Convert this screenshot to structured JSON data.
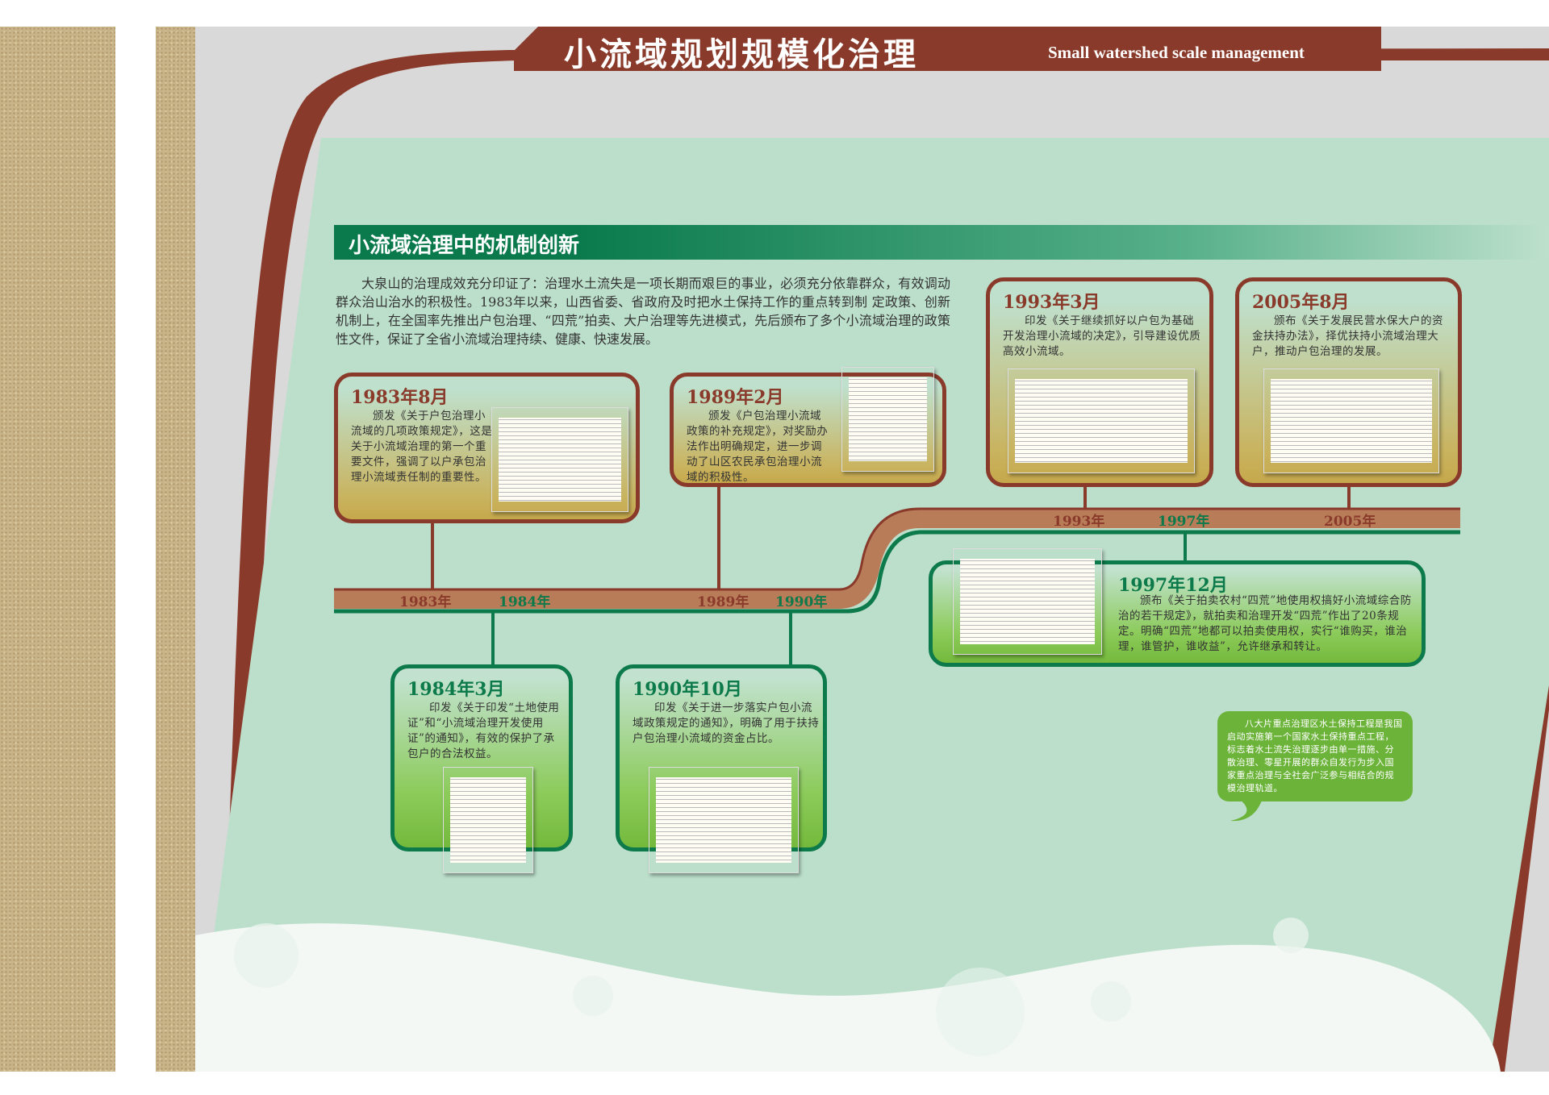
{
  "banner": {
    "title": "小流域规划规模化治理",
    "subtitle": "Small watershed scale management"
  },
  "section": {
    "heading": "小流域治理中的机制创新",
    "intro": "大泉山的治理成效充分印证了：治理水土流失是一项长期而艰巨的事业，必须充分依靠群众，有效调动群众治山治水的积极性。1983年以来，山西省委、省政府及时把水土保持工作的重点转到制 定政策、创新机制上，在全国率先推出户包治理、“四荒”拍卖、大户治理等先进模式，先后颁布了多个小流域治理的政策性文件，保证了全省小流域治理持续、健康、快速发展。"
  },
  "events": [
    {
      "date": "1983年8月",
      "text": "颁发《关于户包治理小流域的几项政策规定》，这是关于小流域治理的第一个重要文件，强调了以户承包治理小流域责任制的重要性。"
    },
    {
      "date": "1989年2月",
      "text": "颁发《户包治理小流域政策的补充规定》，对奖励办法作出明确规定，进一步调动了山区农民承包治理小流域的积极性。"
    },
    {
      "date": "1993年3月",
      "text": "印发《关于继续抓好以户包为基础开发治理小流域的决定》，引导建设优质高效小流域。"
    },
    {
      "date": "2005年8月",
      "text": "颁布《关于发展民营水保大户的资金扶持办法》，择优扶持小流域治理大户，推动户包治理的发展。"
    },
    {
      "date": "1997年12月",
      "text": "颁布《关于拍卖农村“四荒”地使用权搞好小流域综合防治的若干规定》，就拍卖和治理开发“四荒”作出了20条规定。明确“四荒”地都可以拍卖使用权，实行“谁购买，谁治理，谁管护，谁收益”，允许继承和转让。"
    },
    {
      "date": "1984年3月",
      "text": "印发《关于印发“土地使用证”和“小流域治理开发使用证”的通知》，有效的保护了承包户的合法权益。"
    },
    {
      "date": "1990年10月",
      "text": "印发《关于进一步落实户包小流域政策规定的通知》，明确了用于扶持户包治理小流域的资金占比。"
    }
  ],
  "timeline": {
    "years": [
      "1983年",
      "1984年",
      "1989年",
      "1990年",
      "1993年",
      "1997年",
      "2005年"
    ]
  },
  "callout": "八大片重点治理区水土保持工程是我国启动实施第一个国家水土保持重点工程，标志着水土流失治理逐步由单一措施、分散治理、零星开展的群众自发行为步入国家重点治理与全社会广泛参与相结合的规模治理轨道。",
  "colors": {
    "brown": "#8a3a2a",
    "green": "#0c7a4a",
    "mint": "#bfe0cc"
  }
}
